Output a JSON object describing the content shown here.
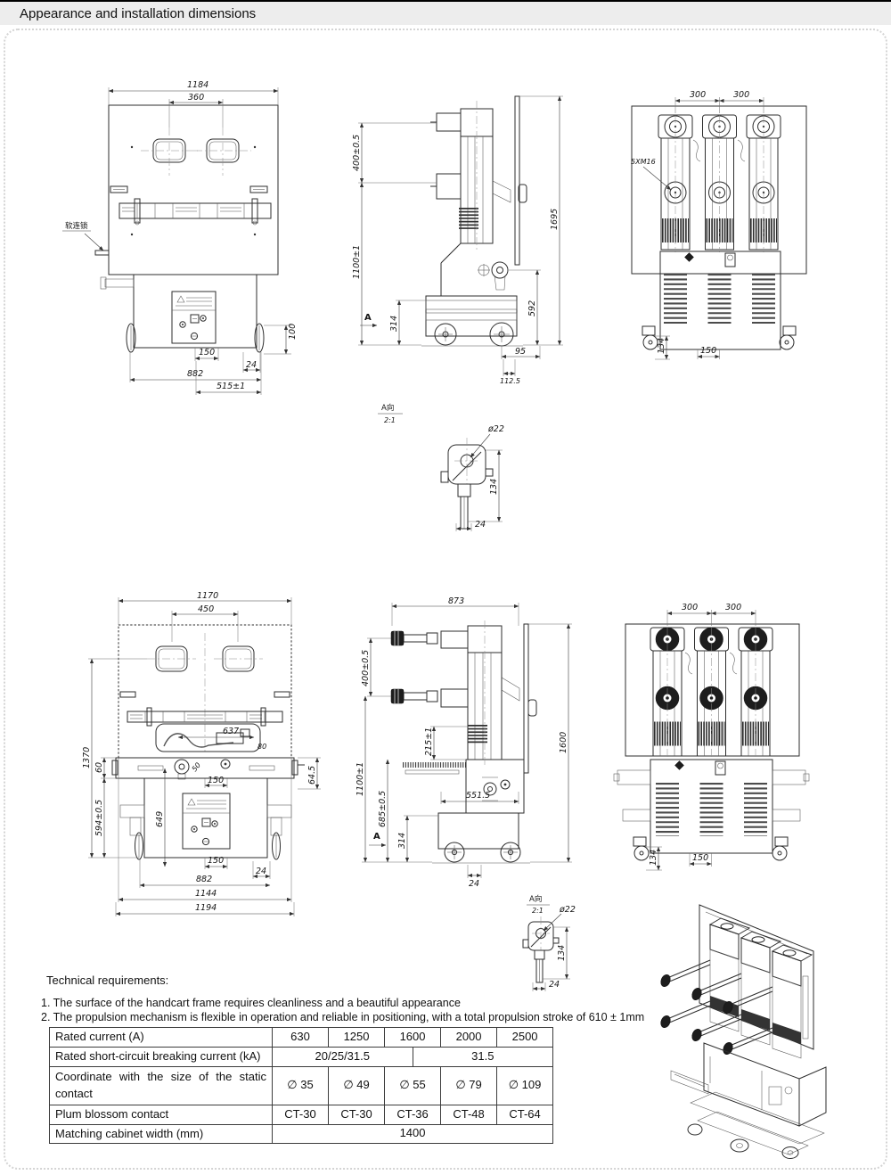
{
  "header": {
    "title": "Appearance and installation dimensions"
  },
  "views": {
    "front1": {
      "soft_interlock_label": "软连锁",
      "dim_width": "1184",
      "dim_window_span": "360",
      "dim_right_height": "100",
      "dim_b150": "150",
      "dim_b24": "24",
      "dim_b882": "882",
      "dim_b515": "515±1"
    },
    "side1": {
      "view_label": "A",
      "dim_400": "400±0.5",
      "dim_1100": "1100±1",
      "dim_314": "314",
      "dim_1695": "1695",
      "dim_592": "592",
      "dim_95": "95",
      "dim_1125": "112.5"
    },
    "rear1": {
      "bolt_label": "5XM16",
      "dim_300a": "300",
      "dim_300b": "300",
      "dim_150": "150",
      "dim_134": "134"
    },
    "detail_a1": {
      "title": "A向",
      "scale": "2:1",
      "dia": "ø22",
      "dim_134": "134",
      "dim_24": "24"
    },
    "front2": {
      "dim_width": "1170",
      "dim_window_span": "450",
      "dim_1370": "1370",
      "dim_60": "60",
      "dim_594": "594±0.5",
      "dim_649": "649",
      "dim_637": "637",
      "dim_80": "80",
      "dim_50": "50",
      "dim_645": "64.5",
      "dim_mid150": "150",
      "dim_b150": "150",
      "dim_b24": "24",
      "dim_b882": "882",
      "dim_b1144": "1144",
      "dim_b1194": "1194"
    },
    "side2": {
      "view_label": "A",
      "dim_873": "873",
      "dim_400": "400±0.5",
      "dim_215": "215±1",
      "dim_1100": "1100±1",
      "dim_685": "685±0.5",
      "dim_314": "314",
      "dim_5515": "551.5",
      "dim_1600": "1600",
      "dim_b24": "24"
    },
    "rear2": {
      "dim_300a": "300",
      "dim_300b": "300",
      "dim_150": "150",
      "dim_134": "134"
    },
    "detail_a2": {
      "title": "A向",
      "scale": "2:1",
      "dia": "ø22",
      "dim_134": "134",
      "dim_24": "24"
    }
  },
  "tech": {
    "heading": "Technical requirements:",
    "item1": "1. The surface of the handcart frame requires cleanliness and a beautiful appearance",
    "item2": "2. The propulsion mechanism is flexible in operation and reliable in positioning, with a total propulsion stroke of 610 ± 1mm"
  },
  "table": {
    "rows": [
      {
        "label": "Rated current (A)",
        "c1": "630",
        "c2": "1250",
        "c3": "1600",
        "c4": "2000",
        "c5": "2500"
      },
      {
        "label": "Rated short-circuit breaking current (kA)",
        "c1": "20/25/31.5",
        "c2": "31.5"
      },
      {
        "label": "Coordinate with the size of the static contact",
        "c1": "∅ 35",
        "c2": "∅ 49",
        "c3": "∅ 55",
        "c4": "∅ 79",
        "c5": "∅ 109"
      },
      {
        "label": "Plum blossom contact",
        "c1": "CT-30",
        "c2": "CT-30",
        "c3": "CT-36",
        "c4": "CT-48",
        "c5": "CT-64"
      },
      {
        "label": "Matching cabinet width (mm)",
        "c1": "1400"
      }
    ]
  }
}
